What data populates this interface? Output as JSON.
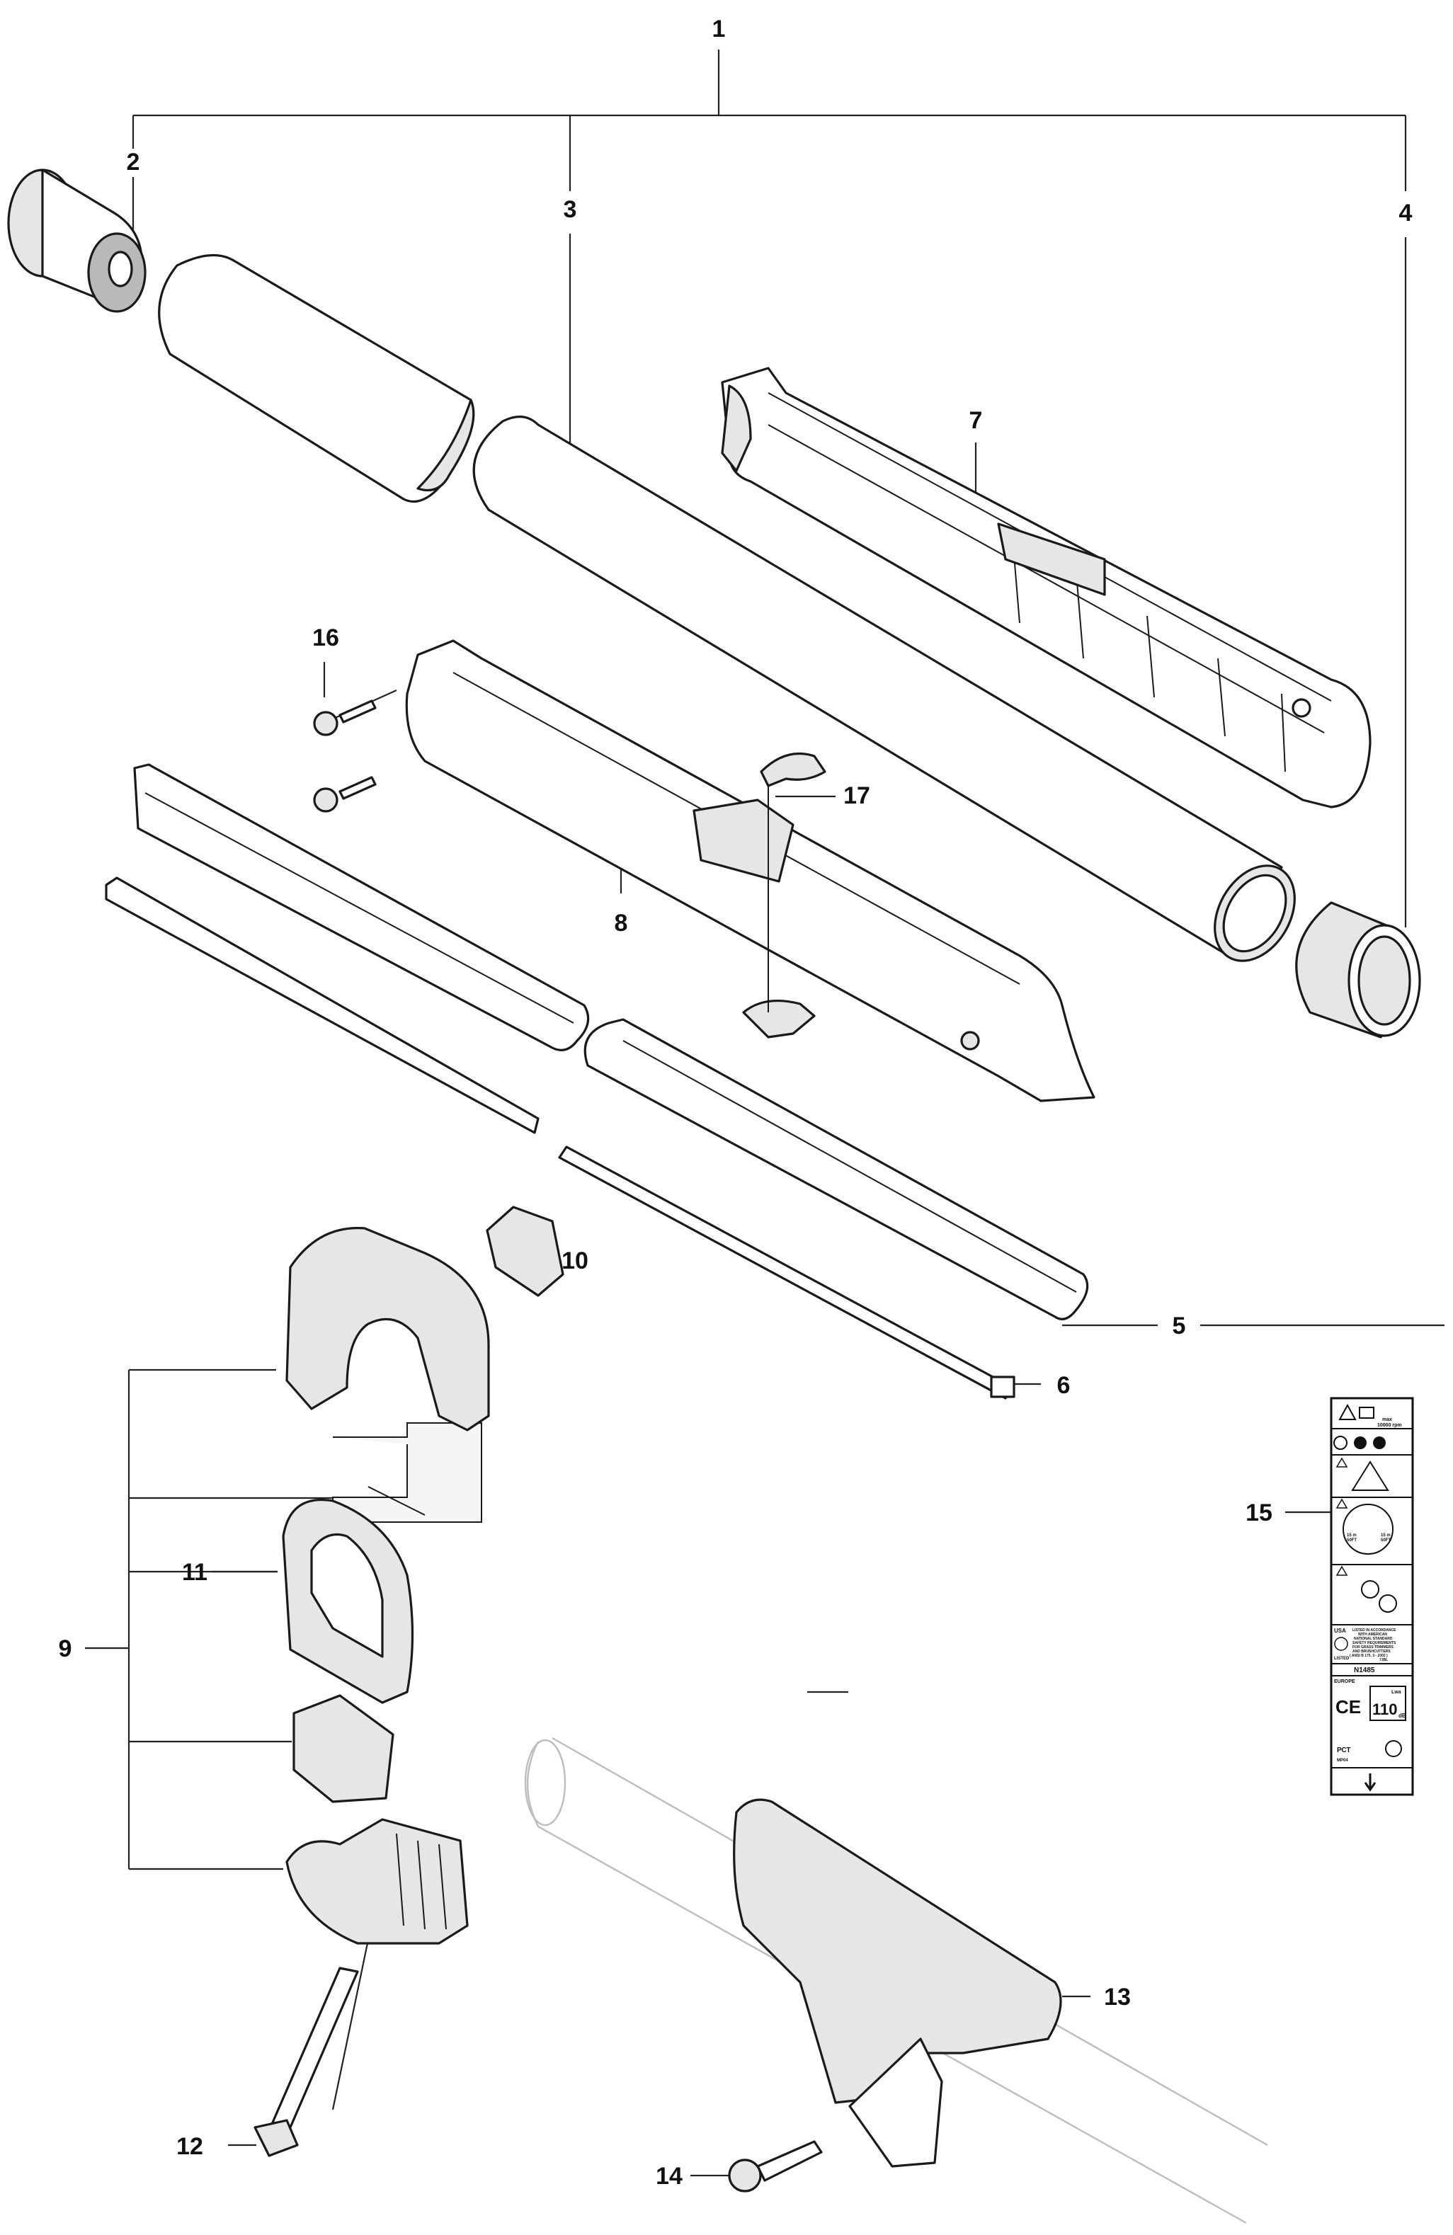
{
  "labels": {
    "p1": "1",
    "p2": "2",
    "p3": "3",
    "p4": "4",
    "p5": "5",
    "p6": "6",
    "p7": "7",
    "p8": "8",
    "p9": "9",
    "p10": "10",
    "p11": "11",
    "p12": "12",
    "p13": "13",
    "p14": "14",
    "p15": "15",
    "p16": "16",
    "p17": "17"
  },
  "decal": {
    "rpm_line1": "max",
    "rpm_line2": "10000 rpm",
    "distance_left": "15 m",
    "distance_left_2": "50FT",
    "distance_right": "15 m",
    "distance_right_2": "50FT",
    "usa": "USA",
    "listed": "LISTED",
    "ul_text_1": "LISTED IN ACCORDANCE",
    "ul_text_2": "WITH AMERICAN",
    "ul_text_3": "NATIONAL STANDARD",
    "ul_text_4": "SAFETY REQUIREMENTS",
    "ul_text_5": "FOR GRASS TRIMMERS",
    "ul_text_6": "AND BRUSHCUTTERS",
    "ul_text_7": "( ANSI B 175. 3 - 2002 )",
    "ul_text_8": "7JBL",
    "n_code": "N1485",
    "europe": "EUROPE",
    "ce": "CE",
    "lwa_small": "Lwa",
    "lwa_value": "110",
    "lwa_unit": "dB",
    "pct_code": "РСТ",
    "pct_sub": "MP04"
  },
  "icons": {
    "warning": "warning-triangle-icon",
    "manual": "manual-book-icon",
    "arrow": "arrow-down-icon"
  }
}
